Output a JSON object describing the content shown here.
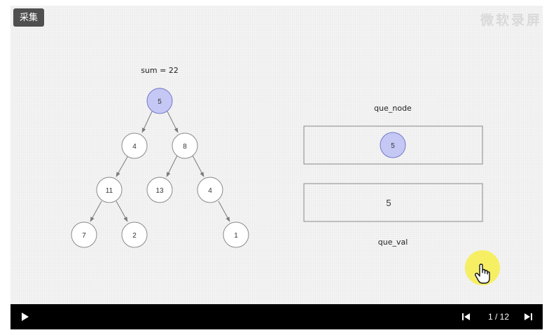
{
  "badge": {
    "label": "采集"
  },
  "watermark": {
    "text": "微软录屏"
  },
  "diagram": {
    "sum_label": "sum = 22",
    "tree_nodes": [
      {
        "label": "5",
        "active": true
      },
      {
        "label": "4",
        "active": false
      },
      {
        "label": "8",
        "active": false
      },
      {
        "label": "11",
        "active": false
      },
      {
        "label": "13",
        "active": false
      },
      {
        "label": "4",
        "active": false
      },
      {
        "label": "7",
        "active": false
      },
      {
        "label": "2",
        "active": false
      },
      {
        "label": "1",
        "active": false
      }
    ],
    "que_node": {
      "label": "que_node",
      "items": [
        "5"
      ]
    },
    "que_val": {
      "label": "que_val",
      "items": [
        "5"
      ]
    }
  },
  "player": {
    "page_indicator": "1 / 12",
    "icons": {
      "play": "play-icon",
      "prev": "skip-previous-icon",
      "next": "skip-next-icon",
      "cursor": "hand-pointer-icon"
    }
  },
  "colors": {
    "active_node": "#c5c8f4",
    "cursor_highlight": "#f5ee5c",
    "controls_bg": "#000000"
  }
}
